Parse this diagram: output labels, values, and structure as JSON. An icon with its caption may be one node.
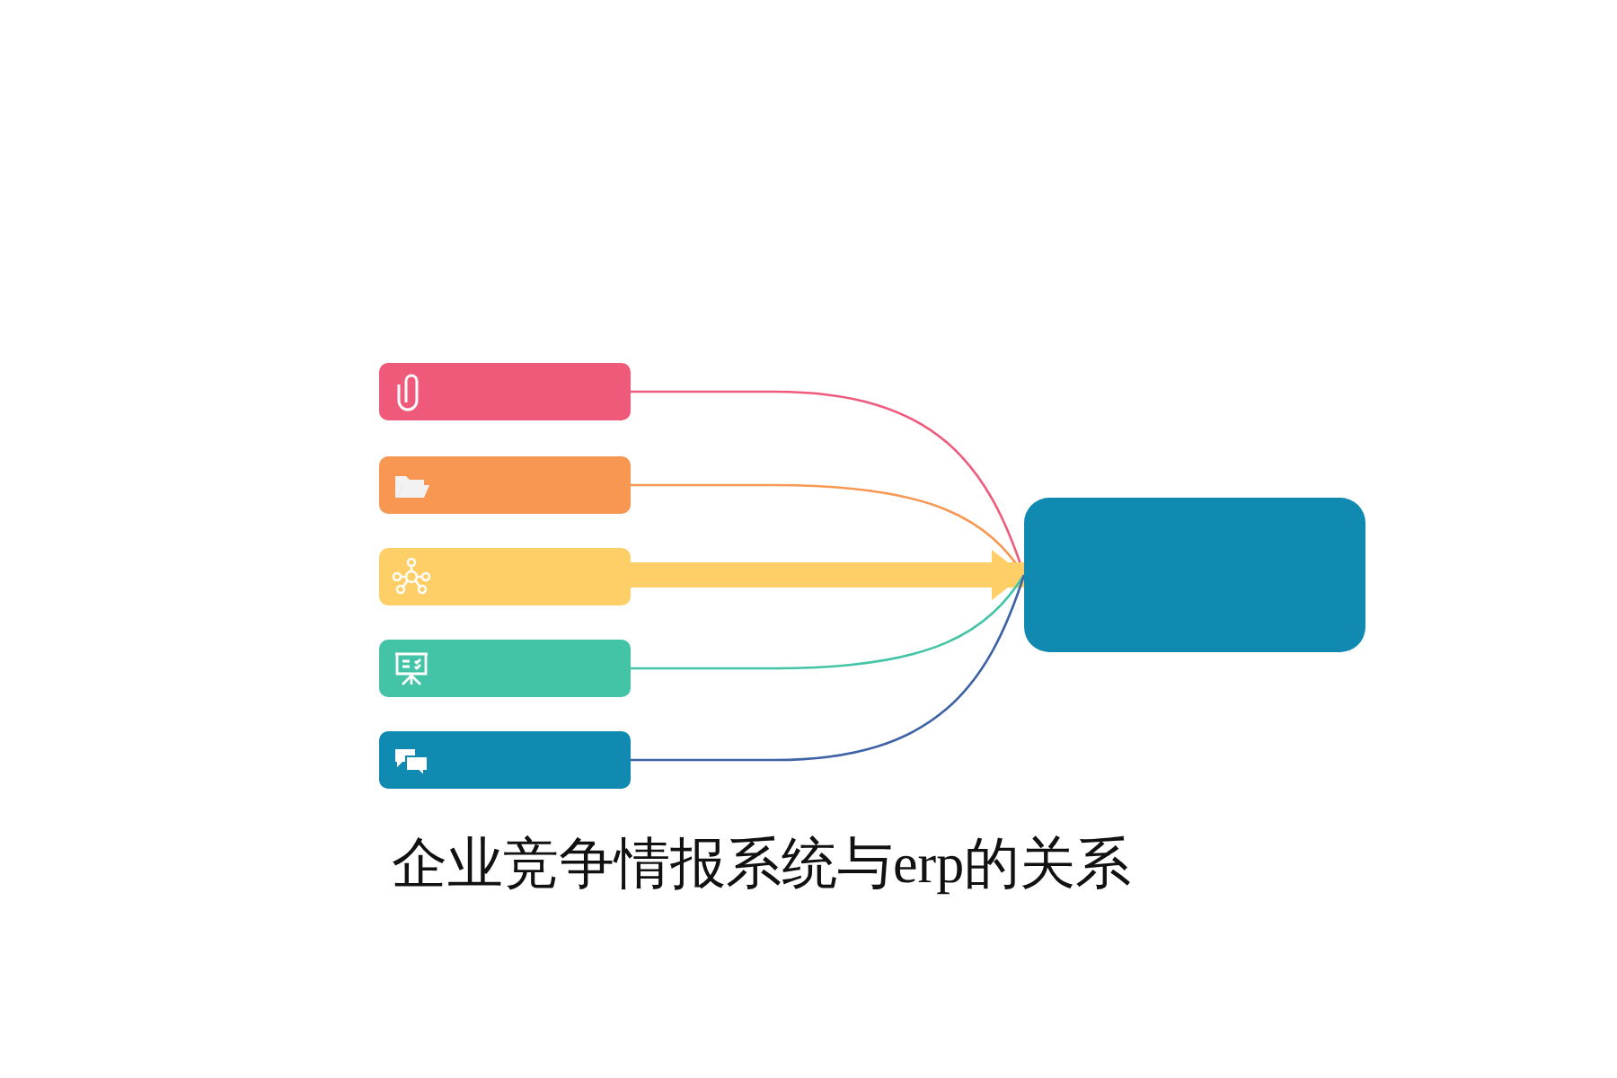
{
  "diagram": {
    "title": "企业竞争情报系统与erp的关系",
    "nodes": [
      {
        "text": [],
        "shape": "box"
      },
      {
        "text": [],
        "shape": "box"
      },
      {
        "text": [],
        "shape": "box"
      },
      {
        "text": [],
        "shape": "box"
      },
      {
        "text": [],
        "shape": "box"
      },
      {
        "text": [],
        "shape": "box"
      }
    ],
    "edges": [
      {
        "from": 0,
        "to": 5,
        "arrow": "none",
        "color": "#ef5b7c"
      },
      {
        "from": 1,
        "to": 5,
        "arrow": "none",
        "color": "#f79855"
      },
      {
        "from": 2,
        "to": 5,
        "arrow": "to",
        "style": "thick",
        "color": "#fecf66"
      },
      {
        "from": 3,
        "to": 5,
        "arrow": "none",
        "color": "#43c4a6"
      },
      {
        "from": 4,
        "to": 5,
        "arrow": "none",
        "color": "#3e62a6"
      }
    ]
  }
}
